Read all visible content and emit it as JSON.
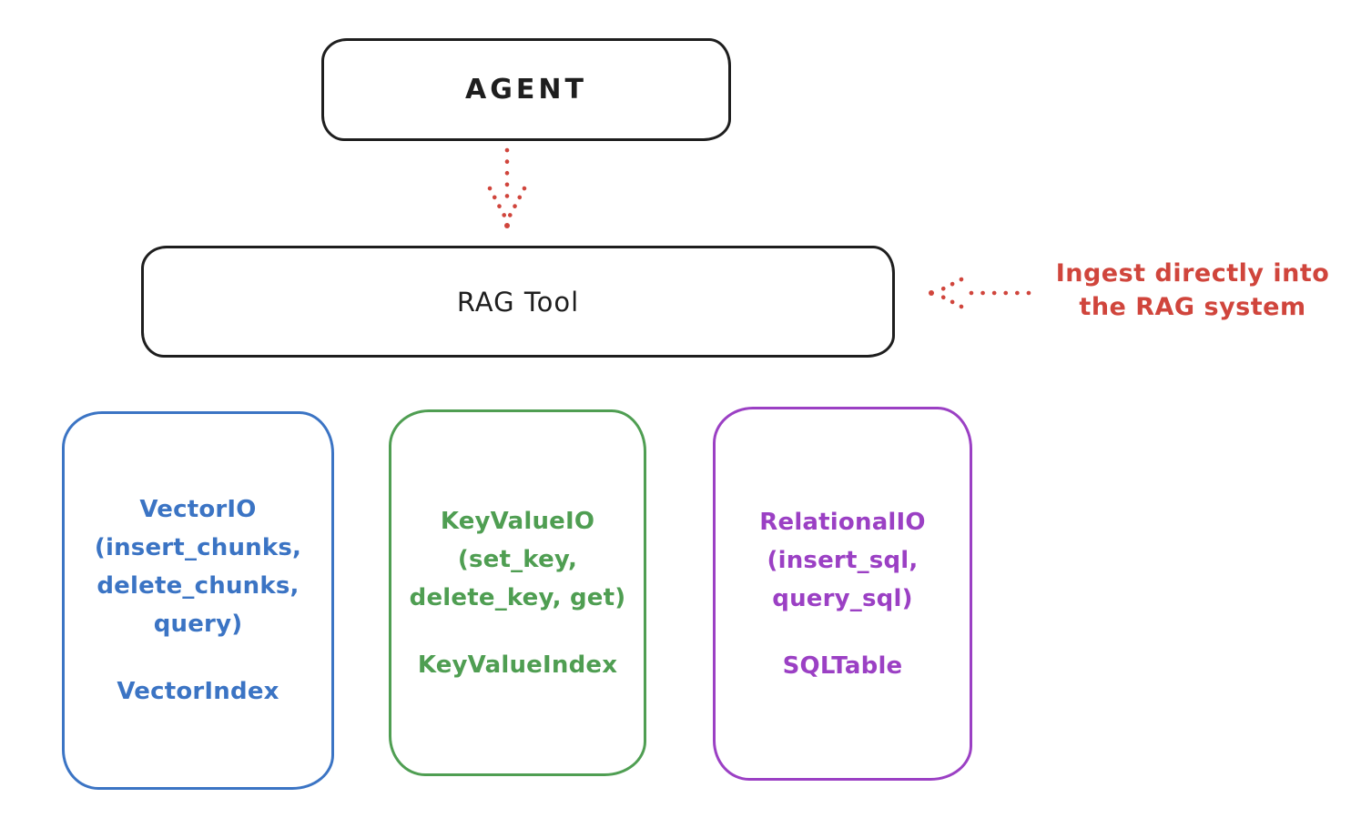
{
  "diagram": {
    "nodes": {
      "agent": {
        "label": "AGENT"
      },
      "rag_tool": {
        "label": "RAG Tool"
      }
    },
    "annotation": {
      "line1": "Ingest directly into",
      "line2": "the RAG system"
    },
    "arrows": [
      {
        "name": "agent-to-rag-tool",
        "style": "dotted",
        "direction": "down",
        "color": "#d0453c"
      },
      {
        "name": "annotation-to-rag-tool",
        "style": "dotted",
        "direction": "left",
        "color": "#d0453c"
      }
    ],
    "io_boxes": [
      {
        "name": "vector-io",
        "color": "#3b74c4",
        "lines": [
          "VectorIO",
          "(insert_chunks,",
          "delete_chunks,",
          "query)"
        ],
        "index_label": "VectorIndex"
      },
      {
        "name": "keyvalue-io",
        "color": "#4f9e52",
        "lines": [
          "KeyValueIO",
          "(set_key,",
          "delete_key, get)"
        ],
        "index_label": "KeyValueIndex"
      },
      {
        "name": "relational-io",
        "color": "#9b40c4",
        "lines": [
          "RelationalIO",
          "(insert_sql,",
          "query_sql)"
        ],
        "index_label": "SQLTable"
      }
    ],
    "colors": {
      "ink": "#1e1e1e",
      "red": "#d0453c",
      "blue": "#3b74c4",
      "green": "#4f9e52",
      "purple": "#9b40c4",
      "background": "#ffffff"
    }
  }
}
